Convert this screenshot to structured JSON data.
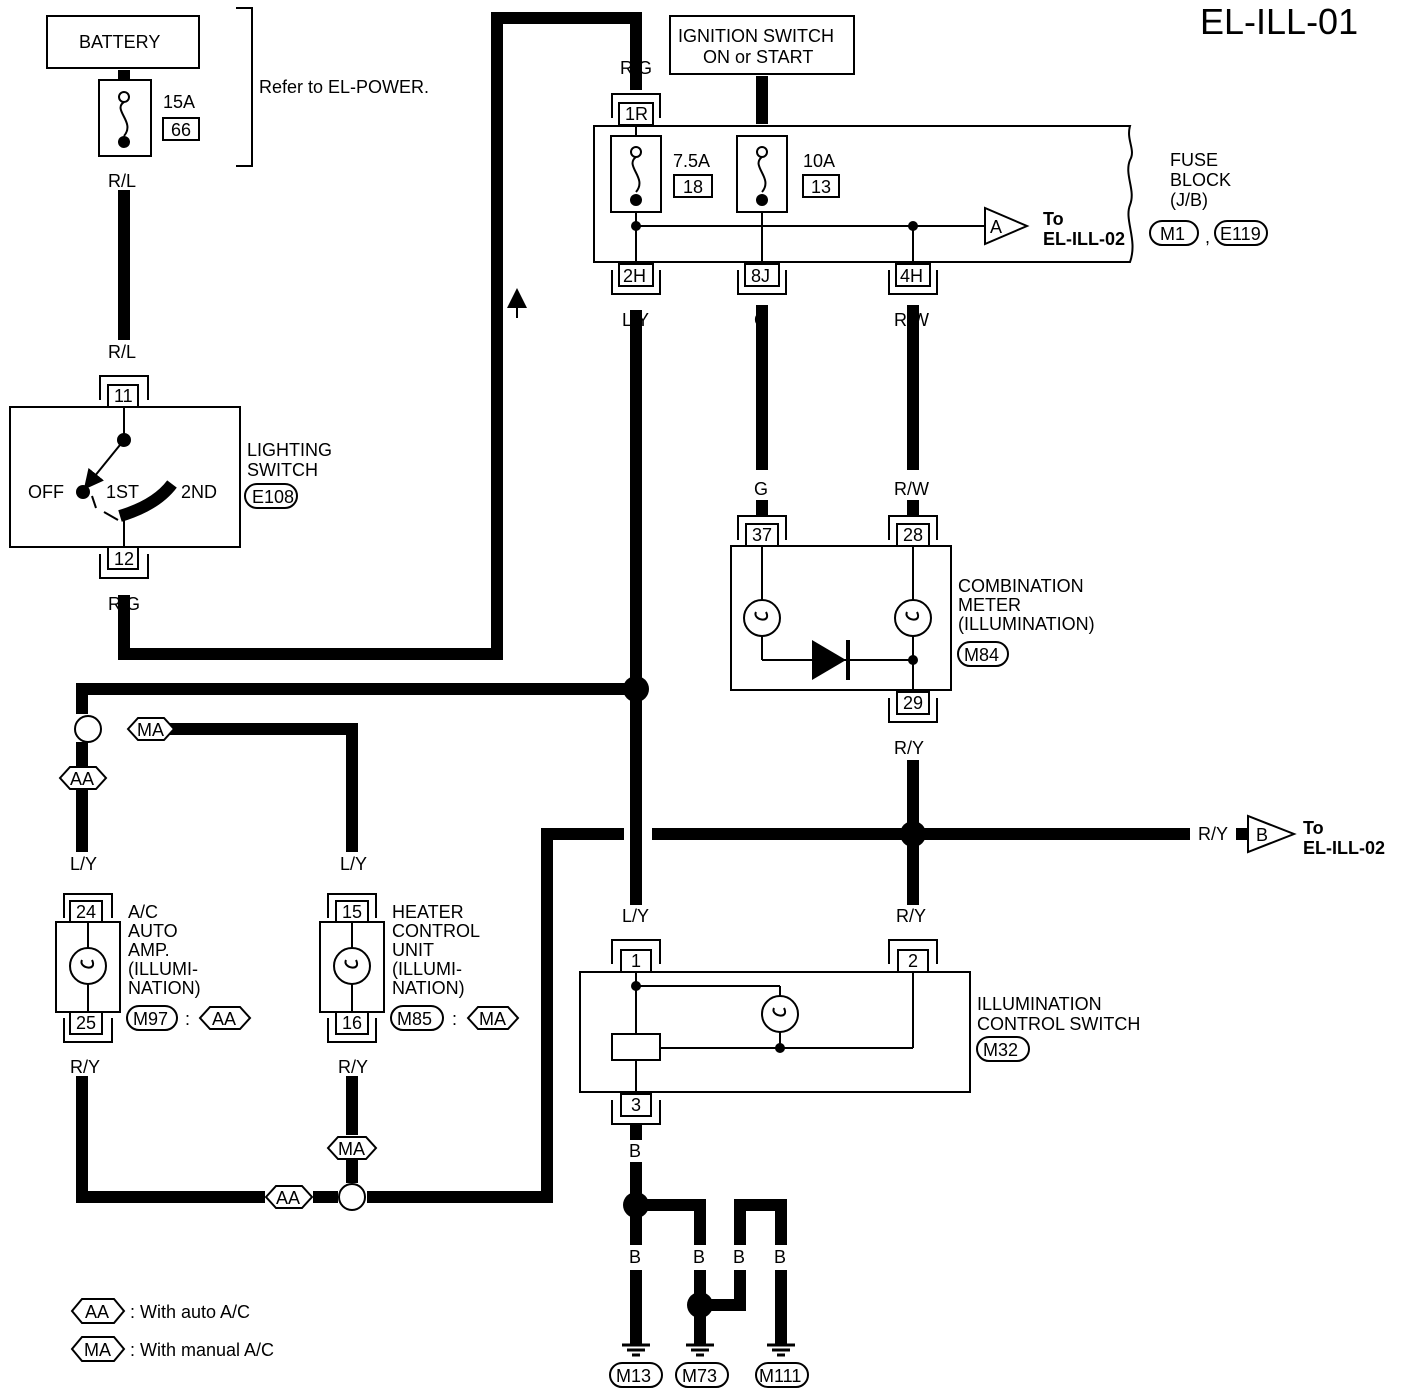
{
  "diagram_code": "EL-ILL-01",
  "battery": {
    "label": "BATTERY",
    "fuse_rating": "15A",
    "fuse_no": "66",
    "note": "Refer to EL-POWER."
  },
  "ignition": {
    "line1": "IGNITION SWITCH",
    "line2": "ON or START"
  },
  "fuse_block": {
    "lines": [
      "FUSE",
      "BLOCK",
      "(J/B)"
    ],
    "conn1": "M1",
    "sep": ",",
    "conn2": "E119",
    "fuse_a_rating": "7.5A",
    "fuse_a_no": "18",
    "fuse_b_rating": "10A",
    "fuse_b_no": "13",
    "terminals": [
      "1R",
      "2H",
      "8J",
      "4H"
    ],
    "to_word": "To",
    "to_ref": "EL-ILL-02",
    "arrow_a": "A"
  },
  "lighting_switch": {
    "lines": [
      "LIGHTING",
      "SWITCH"
    ],
    "conn": "E108",
    "positions": [
      "OFF",
      "1ST",
      "2ND"
    ],
    "terminals": [
      "11",
      "12"
    ]
  },
  "combination_meter": {
    "lines": [
      "COMBINATION",
      "METER",
      "(ILLUMINATION)"
    ],
    "conn": "M84",
    "terminals": [
      "37",
      "28",
      "29"
    ]
  },
  "ac_auto_amp": {
    "lines": [
      "A/C",
      "AUTO",
      "AMP.",
      "(ILLUMI-",
      "NATION)"
    ],
    "conn": "M97",
    "colon": ":",
    "option": "AA",
    "terminals": [
      "24",
      "25"
    ]
  },
  "heater_control": {
    "lines": [
      "HEATER",
      "CONTROL",
      "UNIT",
      "(ILLUMI-",
      "NATION)"
    ],
    "conn": "M85",
    "colon": ":",
    "option": "MA",
    "terminals": [
      "15",
      "16"
    ]
  },
  "illumination_switch": {
    "lines": [
      "ILLUMINATION",
      "CONTROL SWITCH"
    ],
    "conn": "M32",
    "terminals": [
      "1",
      "2",
      "3"
    ]
  },
  "ry_output": {
    "arrow": "B",
    "to_word": "To",
    "to_ref": "EL-ILL-02"
  },
  "wire_colors": {
    "battery_out": "R/L",
    "ls_in": "R/L",
    "ls_out": "R/G",
    "fb_in": "R/G",
    "fb_2h": "L/Y",
    "fb_8j": "G",
    "fb_4h": "R/W",
    "cm_37": "G",
    "cm_28": "R/W",
    "cm_29": "R/Y",
    "ry_branch": "R/Y",
    "ics_1": "L/Y",
    "ics_2": "R/Y",
    "ics_3": "B",
    "aa_in": "L/Y",
    "aa_out": "R/Y",
    "hc_in": "L/Y",
    "hc_out": "R/Y",
    "gnd_main": "B",
    "gnd_a": "B",
    "gnd_b": "B",
    "gnd_c": "B"
  },
  "option_tags": {
    "ma_top": "MA",
    "aa_left": "AA",
    "ma_bottom": "MA",
    "aa_bottom": "AA"
  },
  "grounds": [
    "M13",
    "M73",
    "M111"
  ],
  "legend": [
    {
      "tag": "AA",
      "text": ": With auto A/C"
    },
    {
      "tag": "MA",
      "text": ": With manual A/C"
    }
  ]
}
